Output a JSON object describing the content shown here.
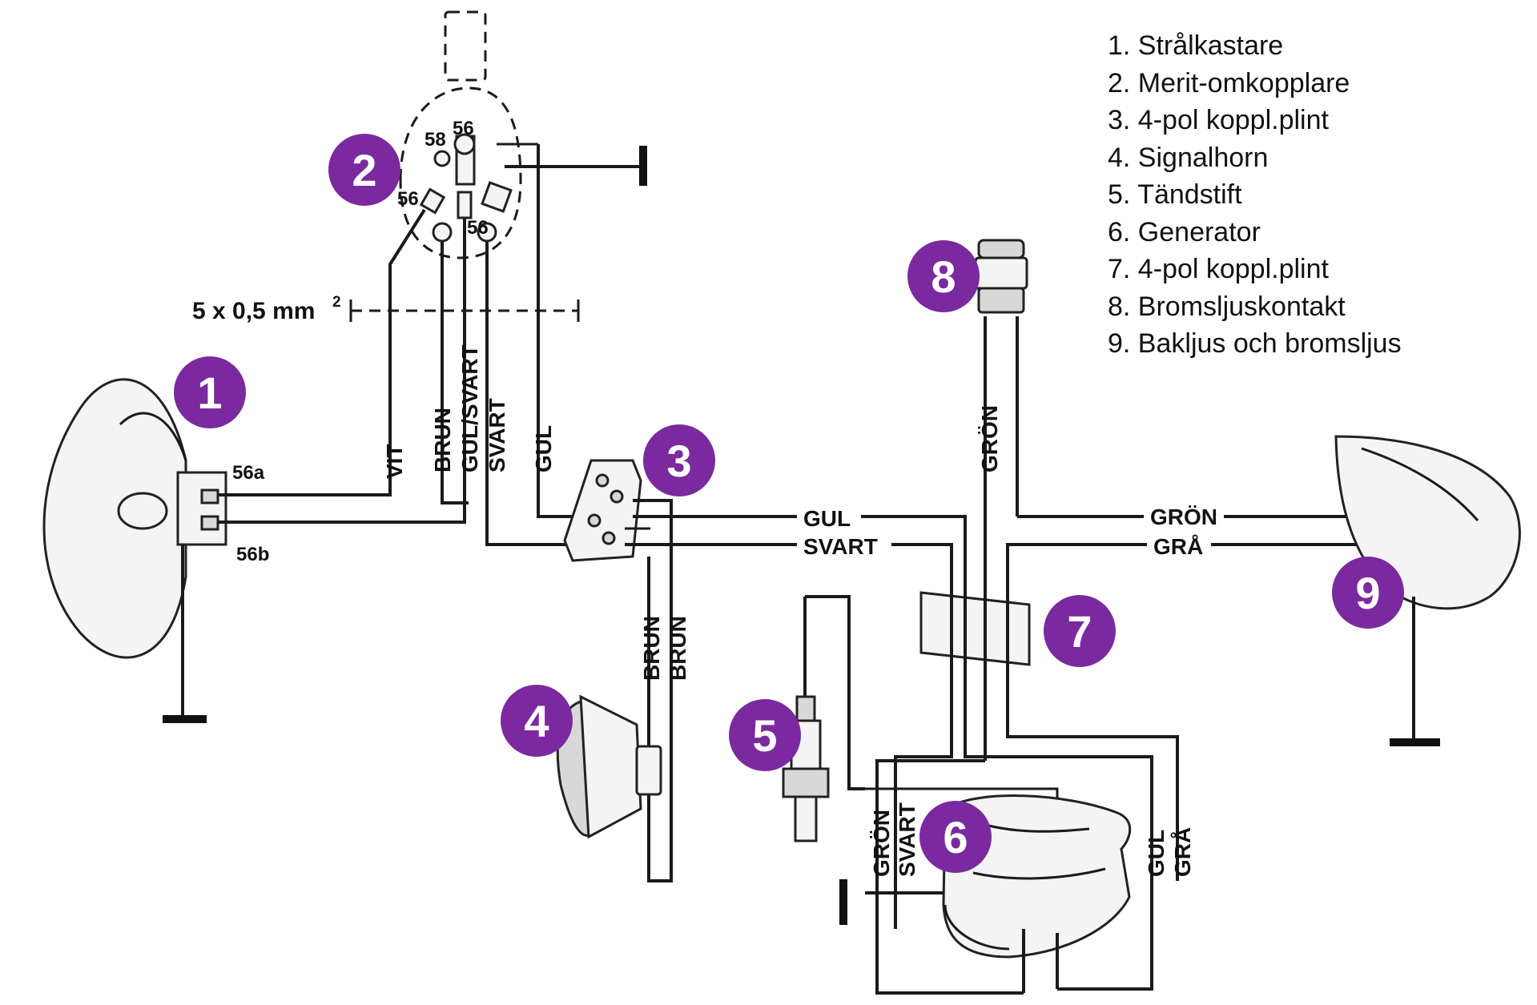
{
  "legend": {
    "items": [
      "1. Strålkastare",
      "2. Merit-omkopplare",
      "3. 4-pol koppl.plint",
      "4. Signalhorn",
      "5. Tändstift",
      "6. Generator",
      "7. 4-pol koppl.plint",
      "8. Bromsljuskontakt",
      "9. Bakljus och bromsljus"
    ]
  },
  "badges": [
    "1",
    "2",
    "3",
    "4",
    "5",
    "6",
    "7",
    "8",
    "9"
  ],
  "cable": {
    "size": "5 x 0,5 mm",
    "sup": "2"
  },
  "terminals": {
    "t56a": "56a",
    "t56b": "56b",
    "t58": "58",
    "t56_top": "56",
    "t56_left": "56",
    "t56_bottom": "56"
  },
  "wires": {
    "vit": "VIT",
    "brun": "BRUN",
    "gul_svart": "GUL/SVART",
    "svart": "SVART",
    "gul": "GUL",
    "gul_h": "GUL",
    "svart_h": "SVART",
    "gron_v": "GRÖN",
    "gron_h": "GRÖN",
    "gra_h": "GRÅ",
    "brun_a": "BRUN",
    "brun_b": "BRUN",
    "gen_gron": "GRÖN",
    "gen_svart": "SVART",
    "gen_gul": "GUL",
    "gen_gra": "GRÅ"
  },
  "colors": {
    "badge": "#7a2a9e",
    "wire": "#1a1a1a"
  }
}
